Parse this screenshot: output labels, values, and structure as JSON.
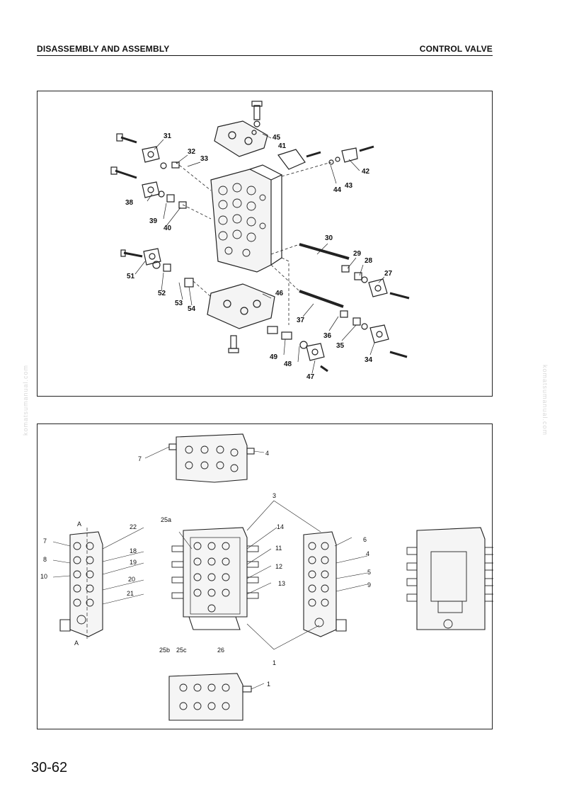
{
  "header": {
    "left": "DISASSEMBLY AND ASSEMBLY",
    "right": "CONTROL VALVE"
  },
  "watermark": "komatsumanual.com",
  "page_number": "30-62",
  "figure1": {
    "labels": [
      "31",
      "32",
      "33",
      "45",
      "41",
      "42",
      "44",
      "43",
      "38",
      "39",
      "40",
      "30",
      "29",
      "28",
      "27",
      "51",
      "52",
      "53",
      "54",
      "46",
      "37",
      "36",
      "35",
      "34",
      "49",
      "48",
      "47"
    ]
  },
  "figure2": {
    "labels": [
      "7",
      "4",
      "3",
      "25a",
      "22",
      "14",
      "6",
      "7",
      "18",
      "11",
      "4",
      "8",
      "19",
      "12",
      "5",
      "10",
      "20",
      "13",
      "9",
      "21",
      "A",
      "A",
      "25b",
      "25c",
      "26",
      "1",
      "1"
    ]
  }
}
